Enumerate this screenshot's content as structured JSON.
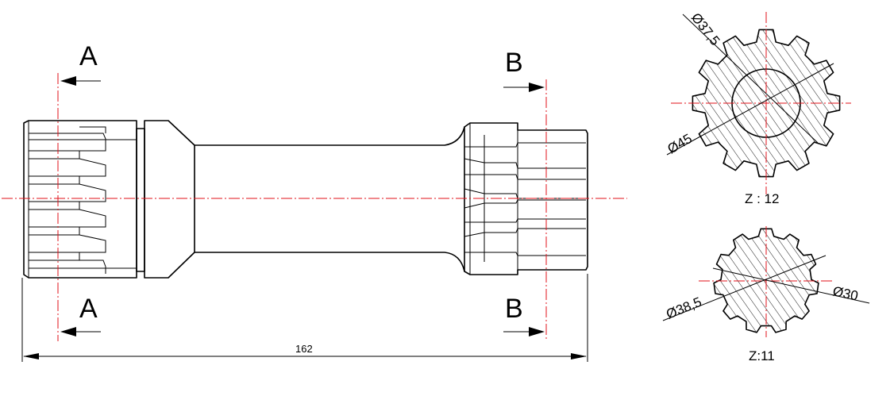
{
  "section_a_top": "A",
  "section_a_bottom": "A",
  "section_b_top": "B",
  "section_b_bottom": "B",
  "overall_length": "162",
  "gear_a": {
    "inner_diameter": "Ø37,5",
    "outer_diameter": "Ø45",
    "teeth": "Z  : 12"
  },
  "gear_b": {
    "outer_diameter": "Ø38,5",
    "inner_diameter": "Ø30",
    "teeth": "Z:11"
  },
  "colors": {
    "line": "#000000",
    "centerline": "#e0101a"
  }
}
